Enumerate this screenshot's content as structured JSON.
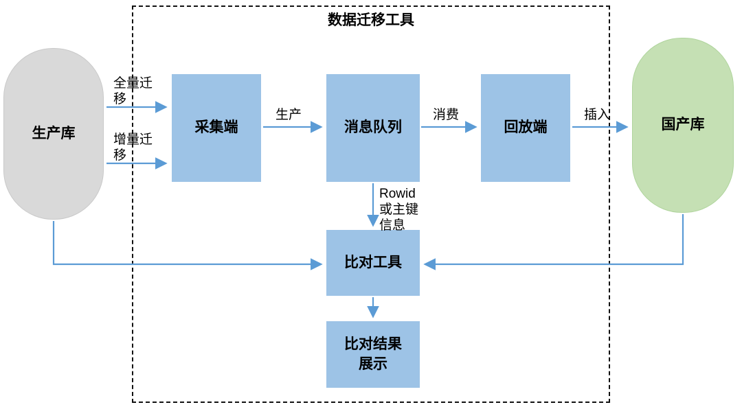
{
  "diagram": {
    "title": "数据迁移工具",
    "nodes": {
      "source_db": "生产库",
      "collector": "采集端",
      "message_queue": "消息队列",
      "replayer": "回放端",
      "target_db": "国产库",
      "compare_tool": "比对工具",
      "compare_result": "比对结果\n展示"
    },
    "edges": {
      "full_migration": "全量迁\n移",
      "incremental_migration": "增量迁\n移",
      "produce": "生产",
      "consume": "消费",
      "insert": "插入",
      "rowid_or_pk": "Rowid\n或主键\n信息"
    },
    "colors": {
      "process_box_fill": "#9DC3E6",
      "source_db_fill": "#D9D9D9",
      "target_db_fill": "#C5E0B4",
      "arrow_stroke": "#5B9BD5",
      "boundary_stroke": "#111111"
    }
  }
}
